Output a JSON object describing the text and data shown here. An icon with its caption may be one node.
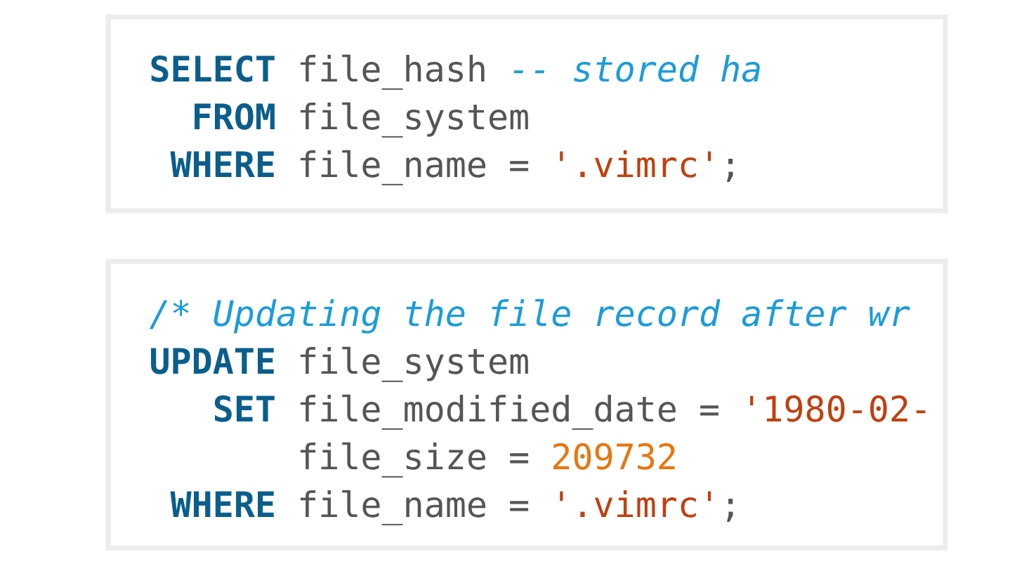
{
  "diagram": {
    "labels": [
      "SELECT",
      "file_hash",
      "-- stored ha",
      "FROM",
      "file_system",
      "WHERE",
      "file_name =",
      "'.vimrc'",
      ";",
      "/* Updating the file record after wr",
      "UPDATE",
      "file_system",
      "SET",
      "file_modified_date =",
      "'1980-02-",
      "file_size =",
      "209732",
      "WHERE",
      "file_name =",
      "'.vimrc'",
      ";"
    ]
  }
}
